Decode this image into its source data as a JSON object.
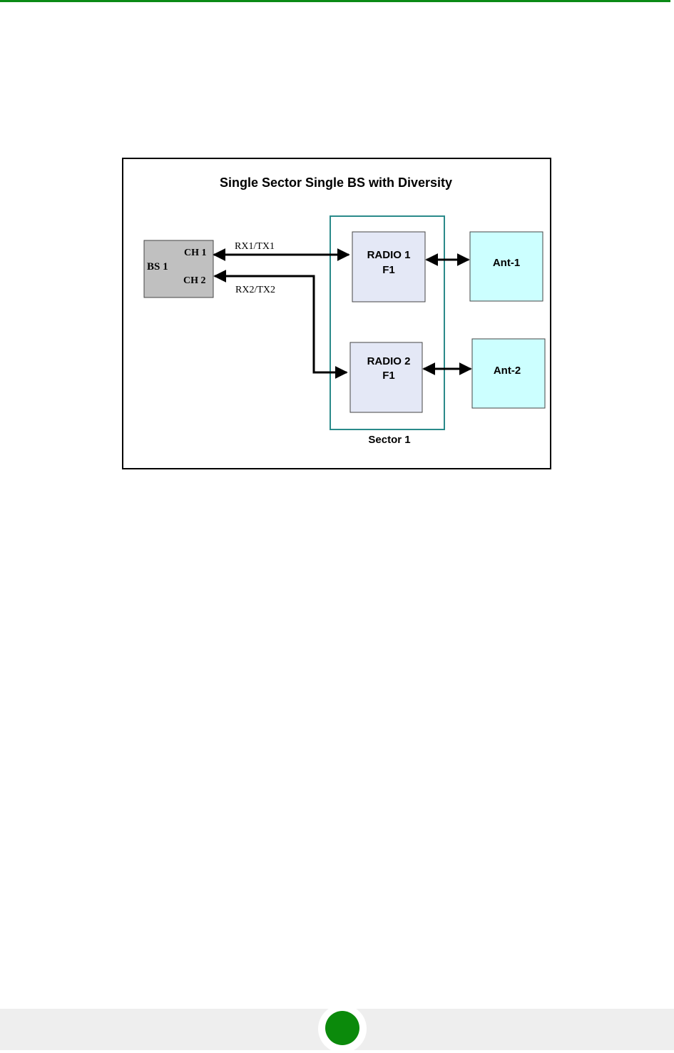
{
  "diagram": {
    "title": "Single Sector Single BS with Diversity",
    "bs": {
      "label": "BS 1",
      "ch1": "CH 1",
      "ch2": "CH 2"
    },
    "link1": "RX1/TX1",
    "link2": "RX2/TX2",
    "radio1": {
      "line1": "RADIO 1",
      "line2": "F1"
    },
    "radio2": {
      "line1": "RADIO 2",
      "line2": "F1"
    },
    "ant1": "Ant-1",
    "ant2": "Ant-2",
    "sector": "Sector 1"
  },
  "colors": {
    "accent_green": "#0a8a16",
    "footer_dot": "#0b8a0b",
    "bs_fill": "#c0c0c0",
    "radio_fill": "#e4e8f6",
    "antenna_fill": "#ccffff",
    "sector_border": "#2a8a8a"
  }
}
